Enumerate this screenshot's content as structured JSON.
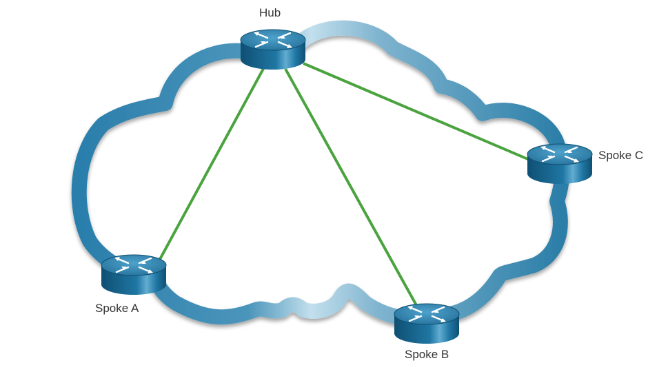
{
  "diagram": {
    "nodes": {
      "hub": {
        "label": "Hub",
        "type": "router",
        "icon": "router-icon"
      },
      "spoke_a": {
        "label": "Spoke A",
        "type": "router",
        "icon": "router-icon"
      },
      "spoke_b": {
        "label": "Spoke B",
        "type": "router",
        "icon": "router-icon"
      },
      "spoke_c": {
        "label": "Spoke C",
        "type": "router",
        "icon": "router-icon"
      }
    },
    "links": [
      {
        "from": "hub",
        "to": "spoke_a"
      },
      {
        "from": "hub",
        "to": "spoke_b"
      },
      {
        "from": "hub",
        "to": "spoke_c"
      }
    ],
    "colors": {
      "link": "#4aa33e",
      "cloud_dark": "#2b7ea8",
      "cloud_light": "#b9d9e8",
      "router_body": "#1f6f98",
      "router_top": "#3a8fbb"
    }
  }
}
